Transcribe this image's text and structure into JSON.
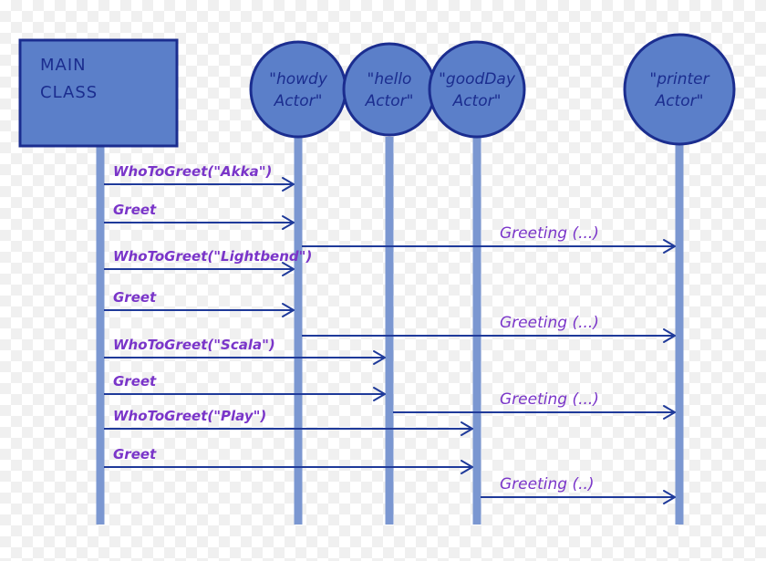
{
  "colors": {
    "actor_fill": "#5b7fc9",
    "actor_stroke": "#1b2d8f",
    "lifeline": "#7b97d1",
    "arrow": "#1f3a9a",
    "message_text": "#7a35c9"
  },
  "actors": [
    {
      "id": "main",
      "shape": "box",
      "lines": [
        "MAIN",
        "CLASS"
      ]
    },
    {
      "id": "howdy",
      "shape": "circle",
      "lines": [
        "\"howdy",
        "Actor\""
      ]
    },
    {
      "id": "hello",
      "shape": "circle",
      "lines": [
        "\"hello",
        "Actor\""
      ]
    },
    {
      "id": "goodDay",
      "shape": "circle",
      "lines": [
        "\"goodDay",
        "Actor\""
      ]
    },
    {
      "id": "printer",
      "shape": "circle",
      "lines": [
        "\"printer",
        "Actor\""
      ]
    }
  ],
  "messages": [
    {
      "from": "main",
      "to": "howdy",
      "label": "WhoToGreet(\"Akka\")"
    },
    {
      "from": "main",
      "to": "howdy",
      "label": "Greet"
    },
    {
      "from": "howdy",
      "to": "printer",
      "label": "Greeting (...)"
    },
    {
      "from": "main",
      "to": "howdy",
      "label": "WhoToGreet(\"Lightbend\")"
    },
    {
      "from": "main",
      "to": "howdy",
      "label": "Greet"
    },
    {
      "from": "howdy",
      "to": "printer",
      "label": "Greeting (...)"
    },
    {
      "from": "main",
      "to": "hello",
      "label": "WhoToGreet(\"Scala\")"
    },
    {
      "from": "main",
      "to": "hello",
      "label": "Greet"
    },
    {
      "from": "hello",
      "to": "printer",
      "label": "Greeting (...)"
    },
    {
      "from": "main",
      "to": "goodDay",
      "label": "WhoToGreet(\"Play\")"
    },
    {
      "from": "main",
      "to": "goodDay",
      "label": "Greet"
    },
    {
      "from": "goodDay",
      "to": "printer",
      "label": "Greeting (..)"
    }
  ]
}
